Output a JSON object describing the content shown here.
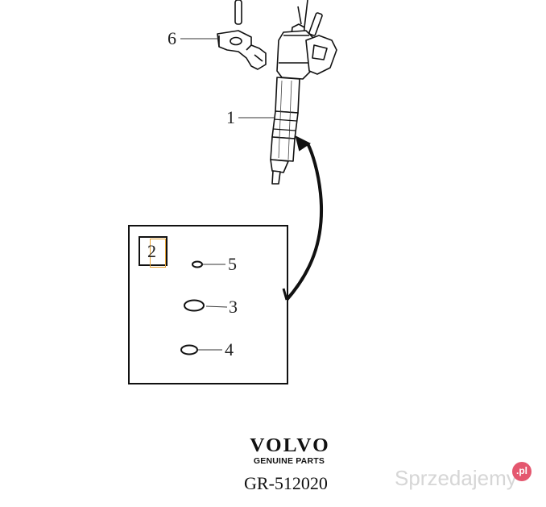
{
  "callouts": {
    "injector": "1",
    "clamp": "6",
    "seal_small": "5",
    "seal_large": "3",
    "seal_medium": "4"
  },
  "kit": {
    "label": "2"
  },
  "brand": {
    "name": "VOLVO",
    "tagline": "GENUINE PARTS"
  },
  "part_code": "GR-512020",
  "watermark": {
    "text": "Sprzedajemy",
    "badge": ".pl"
  },
  "colors": {
    "line": "#111111",
    "highlight": "#e6a234",
    "watermark_badge": "#e4576f"
  }
}
